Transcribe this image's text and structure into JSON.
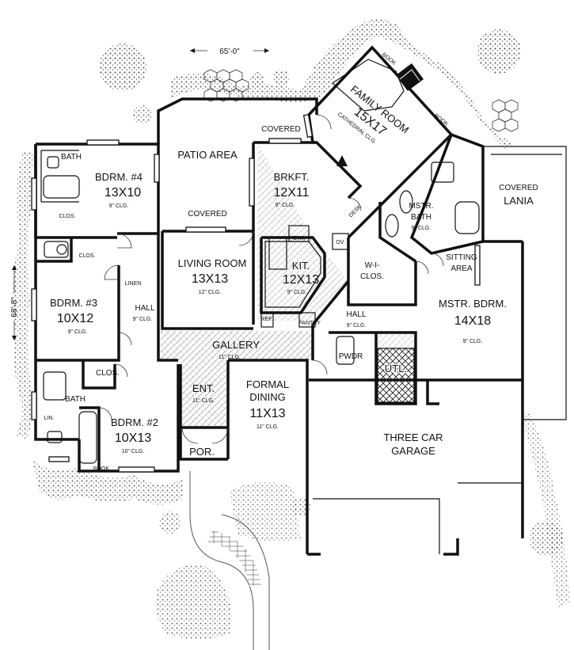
{
  "dimensions": {
    "width": "65'-0\"",
    "depth": "68'-8\""
  },
  "rooms": {
    "bdrm4": {
      "name": "BDRM. #4",
      "size": "13X10",
      "ceiling": "9\" CLG."
    },
    "bath_top": {
      "name": "BATH"
    },
    "clos_bdrm4": {
      "name": "CLOS."
    },
    "clos_hall": {
      "name": "CLOS."
    },
    "patio": {
      "name": "PATIO  AREA"
    },
    "covered_patio": {
      "name": "COVERED"
    },
    "covered_top": {
      "name": "COVERED"
    },
    "family": {
      "name": "FAMILY ROOM",
      "size": "15X17",
      "ceiling": "CATHEDRAL CLG."
    },
    "book_family_left": {
      "name": "BOOK"
    },
    "book_family_right": {
      "name": "BOOK"
    },
    "brkft": {
      "name": "BRKFT.",
      "size": "12X11",
      "ceiling": "9\" CLG."
    },
    "covered_lania": {
      "name": "COVERED",
      "name2": "LANIA"
    },
    "mstr_bath": {
      "name": "MSTR.",
      "name2": "BATH",
      "ceiling": "9\" CLG."
    },
    "desk": {
      "name": "DESK"
    },
    "ov": {
      "name": "OV."
    },
    "dw": {
      "name": "D.W."
    },
    "living": {
      "name": "LIVING ROOM",
      "size": "13X13",
      "ceiling": "12\" CLG."
    },
    "kit": {
      "name": "KIT.",
      "size": "12X13",
      "ceiling": "9\" CLG."
    },
    "wi_clos": {
      "name": "W-I-",
      "name2": "CLOS."
    },
    "sitting": {
      "name": "SITTING",
      "name2": "AREA"
    },
    "bdrm3": {
      "name": "BDRM. #3",
      "size": "10X12",
      "ceiling": "9\" CLG."
    },
    "linen": {
      "name": "LINEN"
    },
    "hall_left": {
      "name": "HALL",
      "ceiling": "9\" CLG."
    },
    "ref": {
      "name": "REF."
    },
    "pantry": {
      "name": "PANTRY"
    },
    "hall_right": {
      "name": "HALL",
      "ceiling": "9\" CLG."
    },
    "mstr_bdrm": {
      "name": "MSTR. BDRM.",
      "size": "14X18",
      "ceiling": "9\" CLG."
    },
    "gallery": {
      "name": "GALLERY",
      "ceiling": "11\" CLG."
    },
    "pwdr": {
      "name": "PWDR"
    },
    "utl": {
      "name": "UTL."
    },
    "clos_bdrm2": {
      "name": "CLOS."
    },
    "ent": {
      "name": "ENT.",
      "ceiling": "11\" CLG."
    },
    "formal_dining": {
      "name": "FORMAL",
      "name2": "DINING",
      "size": "11X13",
      "ceiling": "11\" CLG."
    },
    "bath_bottom": {
      "name": "BATH"
    },
    "lin": {
      "name": "LIN."
    },
    "bdrm2": {
      "name": "BDRM. #2",
      "size": "10X13",
      "ceiling": "10\" CLG."
    },
    "book_bdrm2": {
      "name": "BOOK"
    },
    "por": {
      "name": "POR."
    },
    "garage": {
      "name": "THREE CAR",
      "name2": "GARAGE"
    }
  }
}
